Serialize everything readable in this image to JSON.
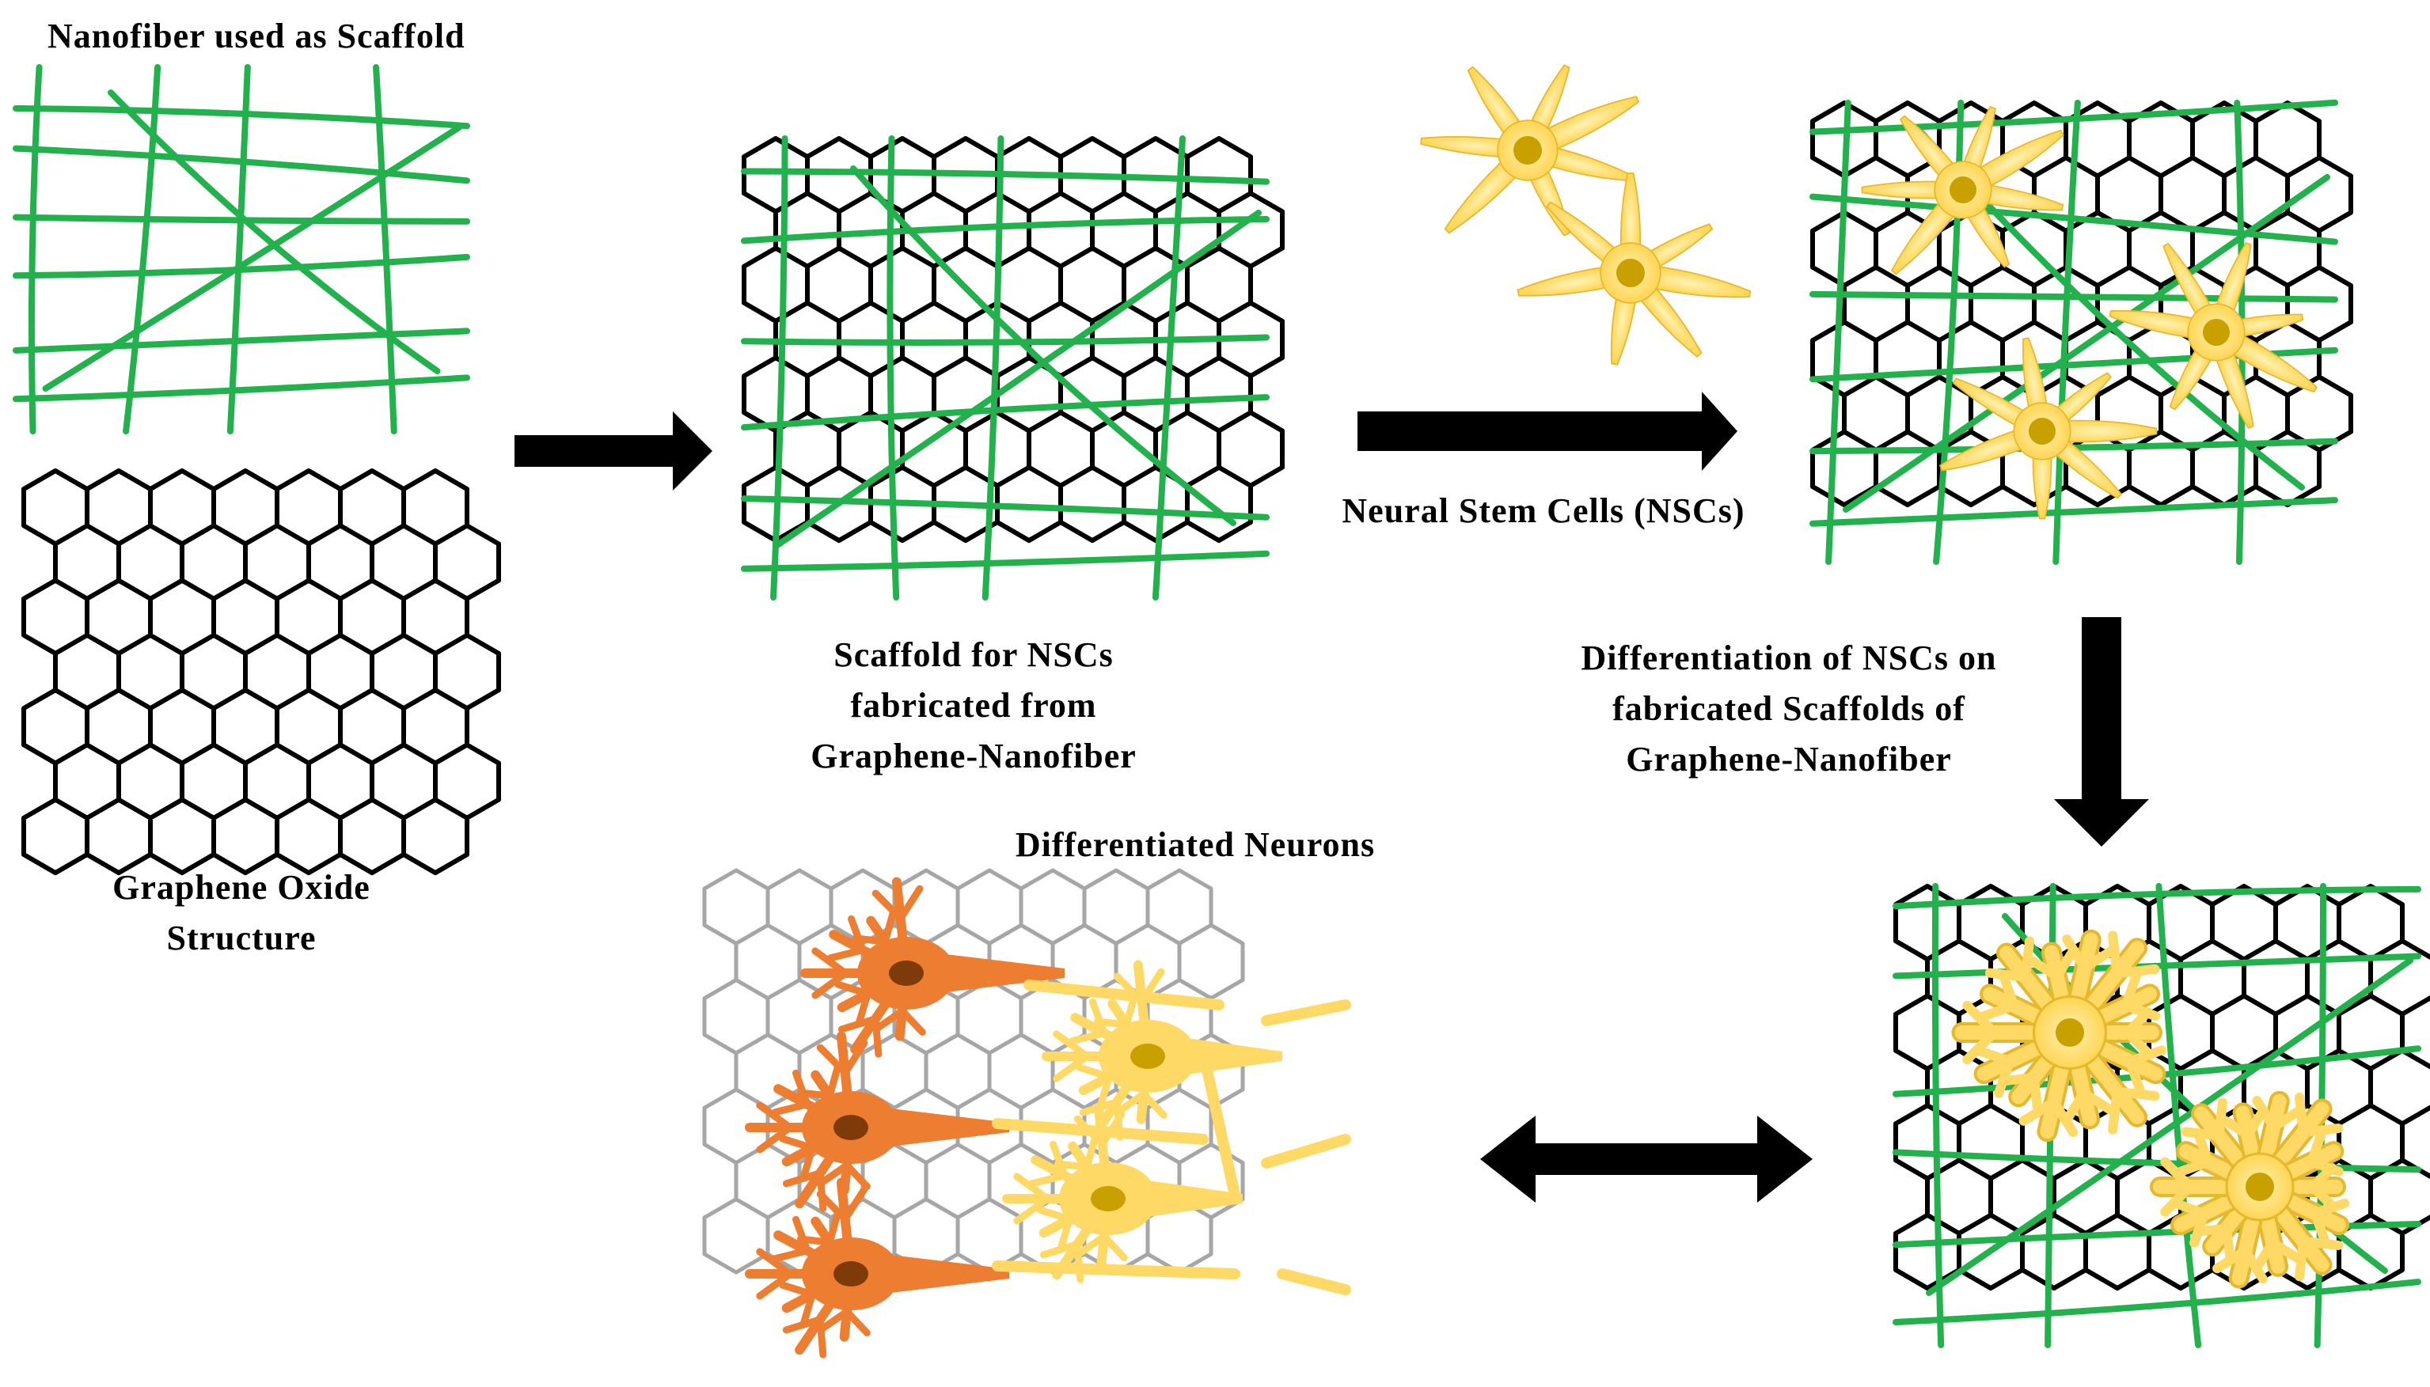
{
  "labels": {
    "nanofiber_title": "Nanofiber used as Scaffold",
    "graphene_oxide": [
      "Graphene Oxide",
      "Structure"
    ],
    "scaffold": [
      "Scaffold for NSCs",
      "fabricated from",
      "Graphene-Nanofiber"
    ],
    "nscs": "Neural Stem Cells (NSCs)",
    "differentiation": [
      "Differentiation of NSCs on",
      "fabricated Scaffolds of",
      "Graphene-Nanofiber"
    ],
    "neurons": "Differentiated Neurons"
  },
  "colors": {
    "fiber": "#22b14c",
    "hex_dark": "#000000",
    "hex_light": "#a6a6a6",
    "stem_cell": "#ffd966",
    "stem_cell_edge": "#e6b82e",
    "nucleus": "#c8a000",
    "neuron_orange": "#ed7d31",
    "neuron_orange_nucleus": "#7f3a0a",
    "neuron_yellow": "#ffd966",
    "arrow": "#000000"
  },
  "icons": [
    "arrow-right-icon",
    "arrow-down-icon",
    "arrow-double-icon"
  ]
}
